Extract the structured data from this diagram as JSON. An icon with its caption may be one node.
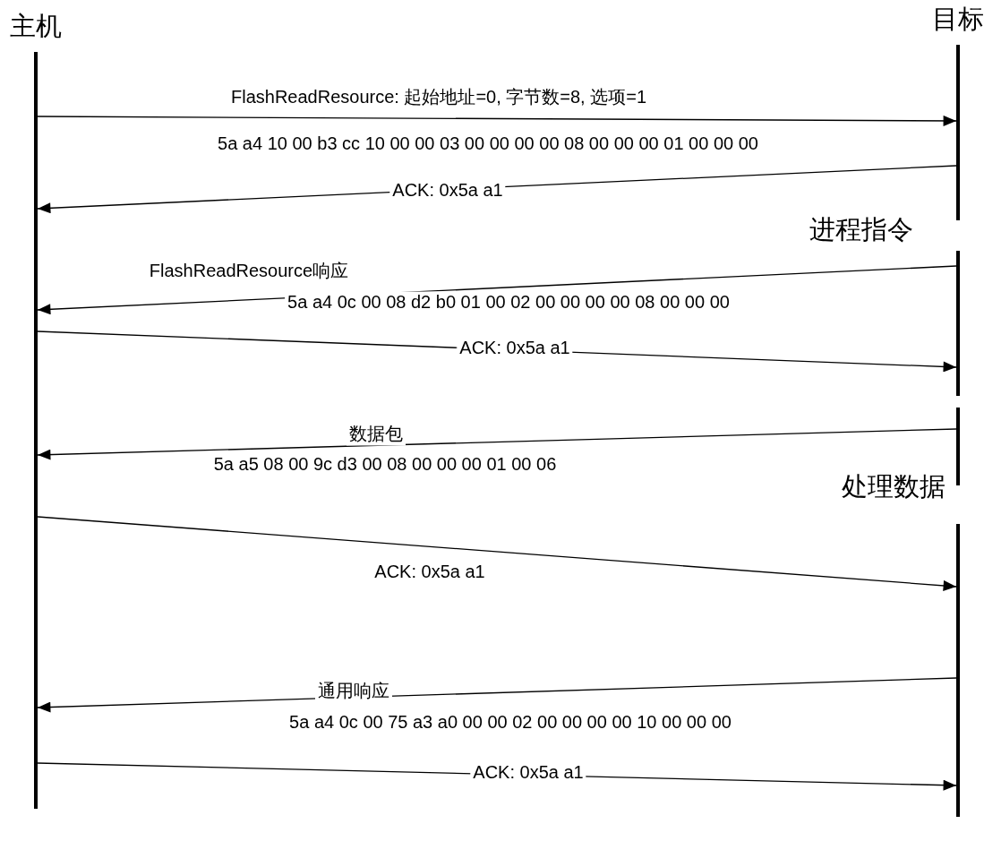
{
  "diagram": {
    "nodes": [
      {
        "text": [
          "主机"
        ]
      },
      {
        "text": [
          "目标"
        ],
        "beside": [
          "进程指令",
          "处理数据"
        ]
      }
    ],
    "edges": [
      {
        "from": 0,
        "to": 1,
        "arrow": "to",
        "label": "FlashReadResource: 起始地址=0, 字节数=8, 选项=1"
      },
      {
        "from": 1,
        "to": 0,
        "arrow": "to",
        "label": "ACK: 0x5a a1"
      },
      {
        "from": 1,
        "to": 0,
        "arrow": "to",
        "label": "FlashReadResource响应"
      },
      {
        "from": 0,
        "to": 1,
        "arrow": "to",
        "label": "ACK: 0x5a a1"
      },
      {
        "from": 1,
        "to": 0,
        "arrow": "to",
        "label": "数据包"
      },
      {
        "from": 0,
        "to": 1,
        "arrow": "to",
        "label": "ACK: 0x5a a1"
      },
      {
        "from": 1,
        "to": 0,
        "arrow": "to",
        "label": "通用响应"
      },
      {
        "from": 0,
        "to": 1,
        "arrow": "to",
        "label": "ACK: 0x5a a1"
      }
    ],
    "labels": [
      "5a a4 10 00 b3 cc 10 00 00 03 00 00 00 00 08 00 00 00 01 00 00 00",
      "5a a4 0c 00 08 d2 b0 01 00 02 00 00 00 00 08 00 00 00",
      "5a a5 08 00 9c d3 00 08 00 00 00 01 00 06",
      "5a a4 0c 00 75 a3 a0 00 00 02 00 00 00 00 10 00 00 00"
    ]
  }
}
